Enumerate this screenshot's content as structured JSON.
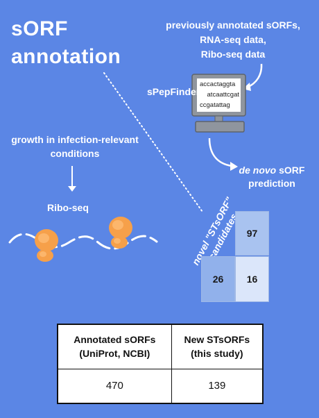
{
  "title": {
    "line1": "sORF",
    "line2": "annotation"
  },
  "sources": {
    "line1": "previously annotated sORFs,",
    "line2": "RNA-seq data,",
    "line3": "Ribo-seq data"
  },
  "tool": {
    "label": "sPepFinder",
    "screen_lines": [
      "accactaggta",
      "atcaattcgat",
      "ccgatattag"
    ]
  },
  "prediction": {
    "line1_italic": "de novo",
    "line1_rest": " sORF",
    "line2": "prediction"
  },
  "growth": {
    "line1": "growth in infection-relevant",
    "line2": "conditions"
  },
  "riboseq": {
    "label": "Ribo-seq"
  },
  "novel": {
    "line1": "novel \"STsORF\"",
    "line2": "candidates"
  },
  "venn_grid": {
    "top_right": "97",
    "bottom_left": "26",
    "bottom_right": "16"
  },
  "table": {
    "headers": [
      {
        "line1": "Annotated sORFs",
        "line2": "(UniProt, NCBI)"
      },
      {
        "line1": "New STsORFs",
        "line2": "(this study)"
      }
    ],
    "values": [
      "470",
      "139"
    ]
  },
  "colors": {
    "background": "#5b86e5",
    "ribosome": "#f6a04a",
    "cell_dark": "#91b1eb",
    "cell_mid": "#a9c3f0",
    "cell_light": "#dbe6fa"
  }
}
